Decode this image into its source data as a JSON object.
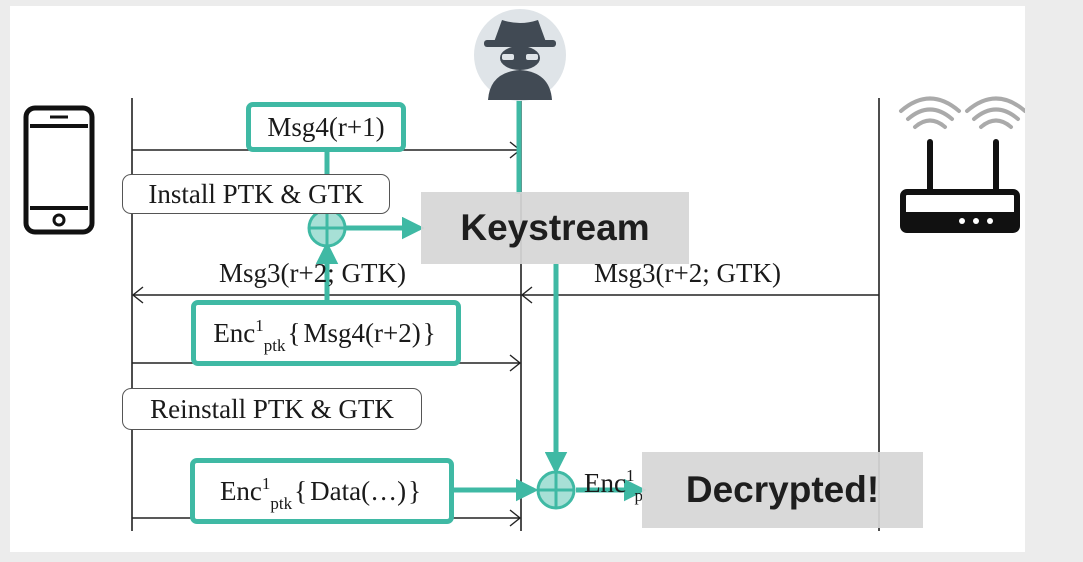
{
  "messages": {
    "msg4_first": "Msg4(r+1)",
    "msg3_left": "Msg3(r+2; GTK)",
    "msg3_right": "Msg3(r+2; GTK)"
  },
  "labels": {
    "install": "Install PTK & GTK",
    "reinstall": "Reinstall PTK & GTK"
  },
  "encrypted": {
    "enc_base": "Enc",
    "enc_sup": "1",
    "enc_sub": "ptk",
    "brace_open": "{",
    "brace_close": "}",
    "msg4_second": "Msg4(r+2)",
    "data": "Data(…)",
    "partial_right": "Enc",
    "partial_right_sup": "1",
    "partial_right_sub": "p"
  },
  "banners": {
    "keystream": "Keystream",
    "decrypted": "Decrypted!"
  },
  "icons": {
    "client": "smartphone-icon",
    "attacker": "spy-icon",
    "access_point": "wifi-router-icon"
  },
  "colors": {
    "accent": "#3fb9a4",
    "line": "#222222",
    "banner_bg": "#d6d6d6"
  }
}
